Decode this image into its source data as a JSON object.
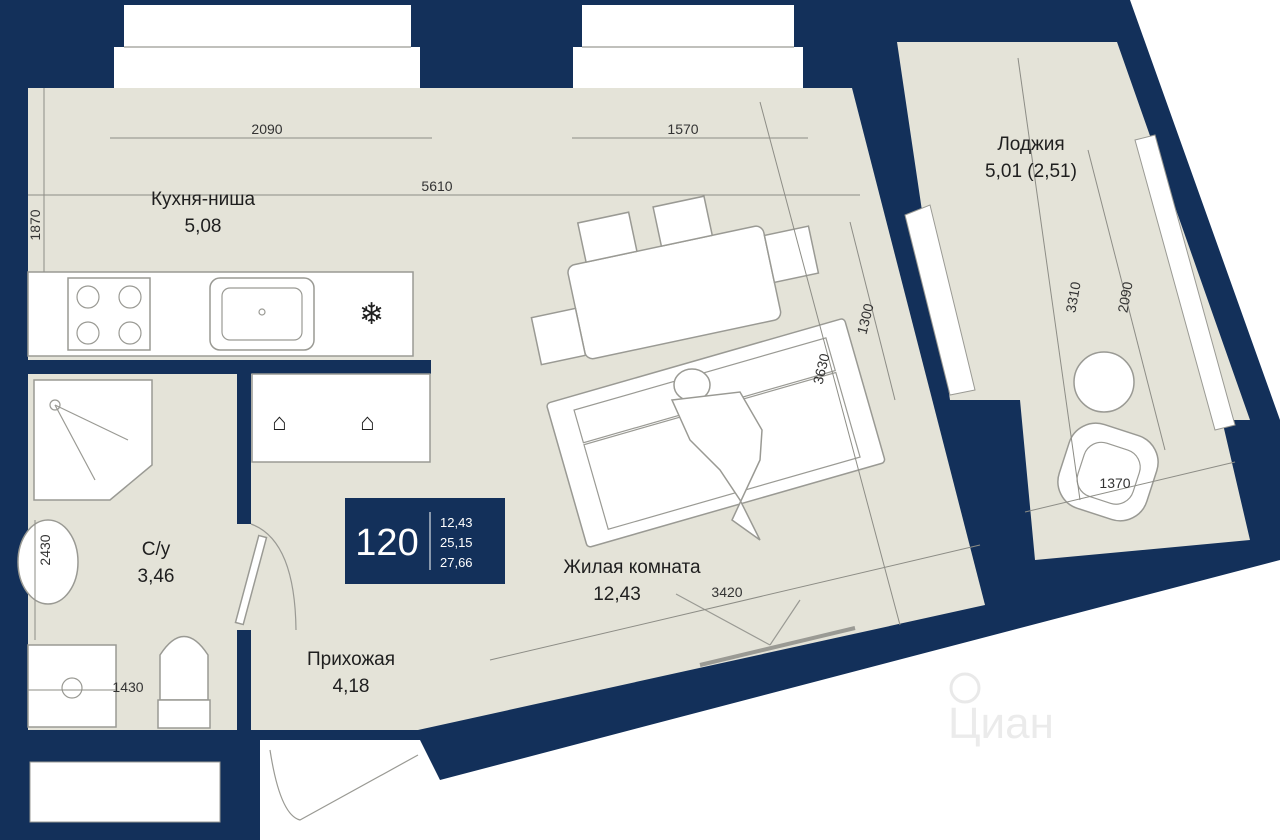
{
  "colors": {
    "wall": "#13305a",
    "floor": "#e4e3d8",
    "furniture": "#ffffff",
    "badge": "#13305a"
  },
  "rooms": {
    "kitchen": {
      "name": "Кухня-ниша",
      "area": "5,08"
    },
    "living": {
      "name": "Жилая комната",
      "area": "12,43"
    },
    "bathroom": {
      "name": "С/у",
      "area": "3,46"
    },
    "hall": {
      "name": "Прихожая",
      "area": "4,18"
    },
    "loggia": {
      "name": "Лоджия",
      "area": "5,01 (2,51)"
    }
  },
  "dimensions": {
    "d2090_top": "2090",
    "d1570": "1570",
    "d5610": "5610",
    "d1870": "1870",
    "d1300": "1300",
    "d3630": "3630",
    "d3420": "3420",
    "d3310": "3310",
    "d2090_loggia": "2090",
    "d1370": "1370",
    "d2430": "2430",
    "d1430": "1430"
  },
  "badge": {
    "number": "120",
    "areas": [
      "12,43",
      "25,15",
      "27,66"
    ]
  },
  "watermark": "Циан",
  "icons": {
    "snowflake": "snowflake-icon",
    "watermark_logo": "cian-logo-icon"
  }
}
